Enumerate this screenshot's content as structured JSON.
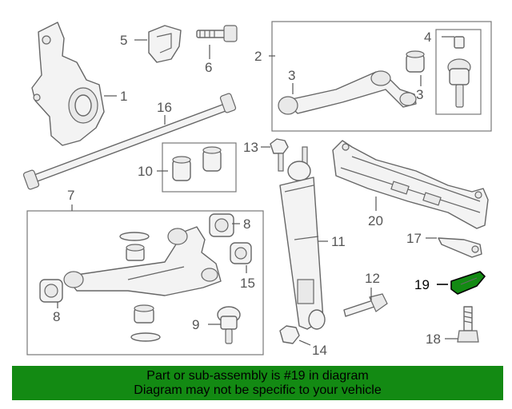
{
  "callouts": {
    "c1": "1",
    "c2": "2",
    "c3a": "3",
    "c3b": "3",
    "c4": "4",
    "c5": "5",
    "c6": "6",
    "c7": "7",
    "c8a": "8",
    "c8b": "8",
    "c9": "9",
    "c10": "10",
    "c11": "11",
    "c12": "12",
    "c13": "13",
    "c14": "14",
    "c15": "15",
    "c16": "16",
    "c17": "17",
    "c18": "18",
    "c19": "19",
    "c20": "20"
  },
  "colors": {
    "highlight_part": "#138a13",
    "banner_bg": "#138a13"
  },
  "banner": {
    "line1": "Part or sub-assembly is #19 in diagram",
    "line2": "Diagram may not be specific to your vehicle"
  }
}
